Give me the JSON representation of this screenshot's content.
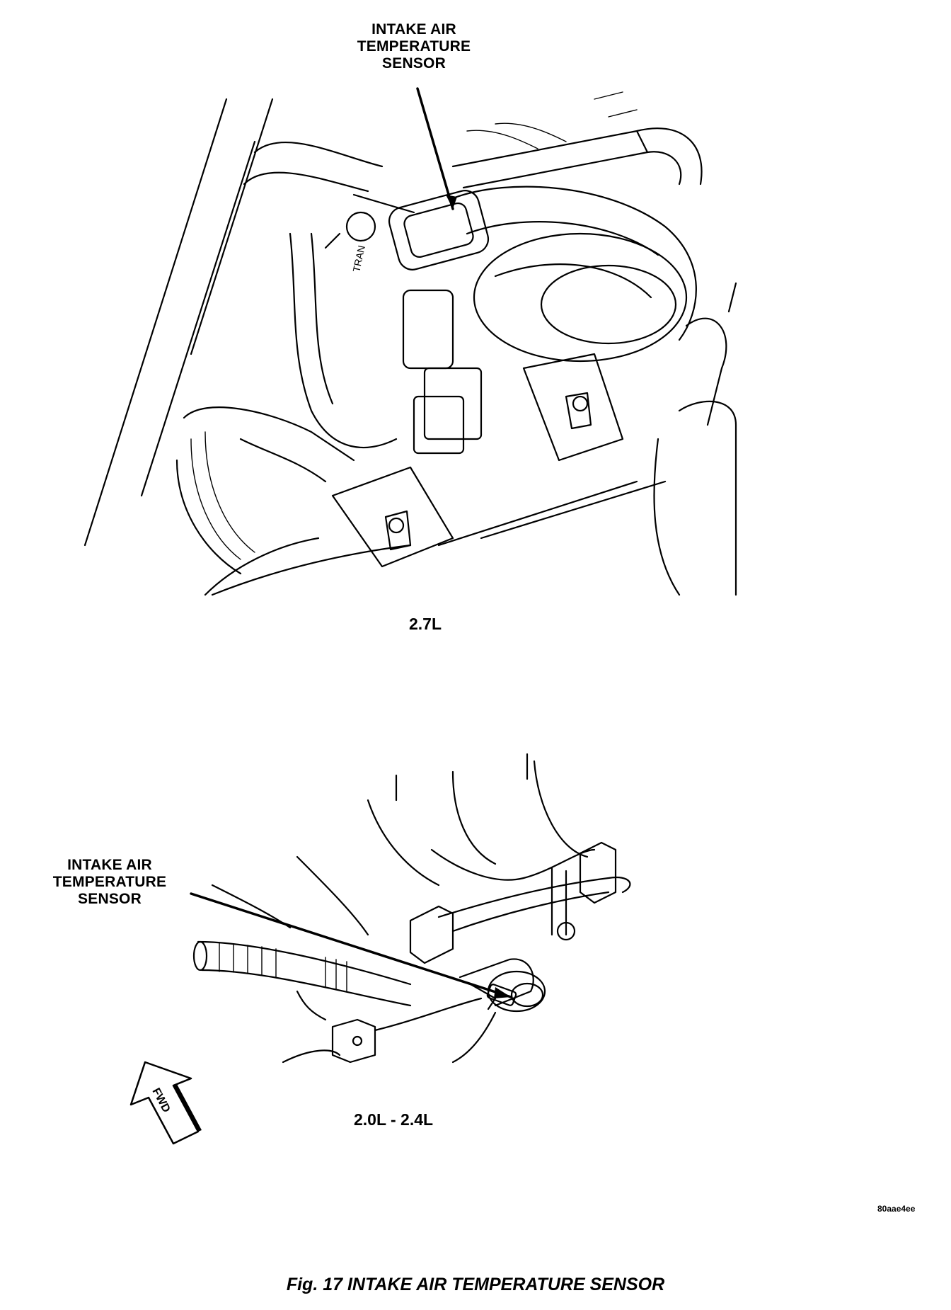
{
  "top_view": {
    "callout": [
      "INTAKE AIR",
      "TEMPERATURE",
      "SENSOR"
    ],
    "engine_label": "2.7L",
    "hose_text": "TRAN"
  },
  "bottom_view": {
    "callout": [
      "INTAKE AIR",
      "TEMPERATURE",
      "SENSOR"
    ],
    "engine_label": "2.0L - 2.4L",
    "direction_arrow": "FWD"
  },
  "image_code": "80aae4ee",
  "caption": "Fig. 17 INTAKE AIR TEMPERATURE SENSOR"
}
